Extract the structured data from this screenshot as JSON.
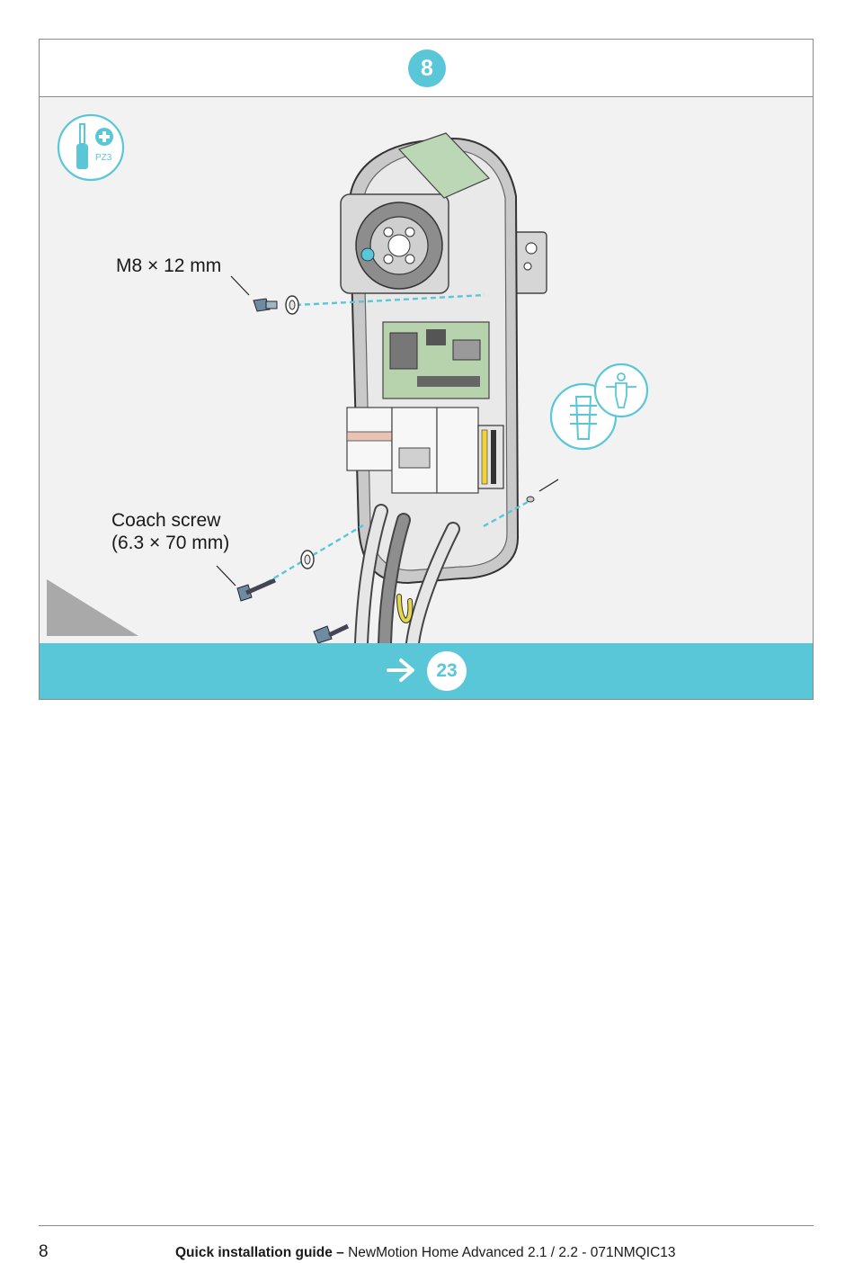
{
  "step": {
    "number": "8"
  },
  "labels": {
    "bolt": "M8 × 12 mm",
    "coach_line1": "Coach screw",
    "coach_line2": "(6.3 × 70 mm)",
    "tool": "PZ3"
  },
  "icons": {
    "tool": "phillips-screwdriver-icon",
    "plug": "wall-plug-icon",
    "person": "person-icon",
    "arrow": "arrow-right-icon"
  },
  "next_step": {
    "number": "23"
  },
  "footer": {
    "page_number": "8",
    "title_bold": "Quick installation guide –",
    "title_rest": "NewMotion Home Advanced 2.1 / 2.2 - 071NMQIC13"
  },
  "colors": {
    "accent": "#5ac7d8",
    "panel_bg": "#f2f2f2",
    "text": "#1a1a1a"
  }
}
